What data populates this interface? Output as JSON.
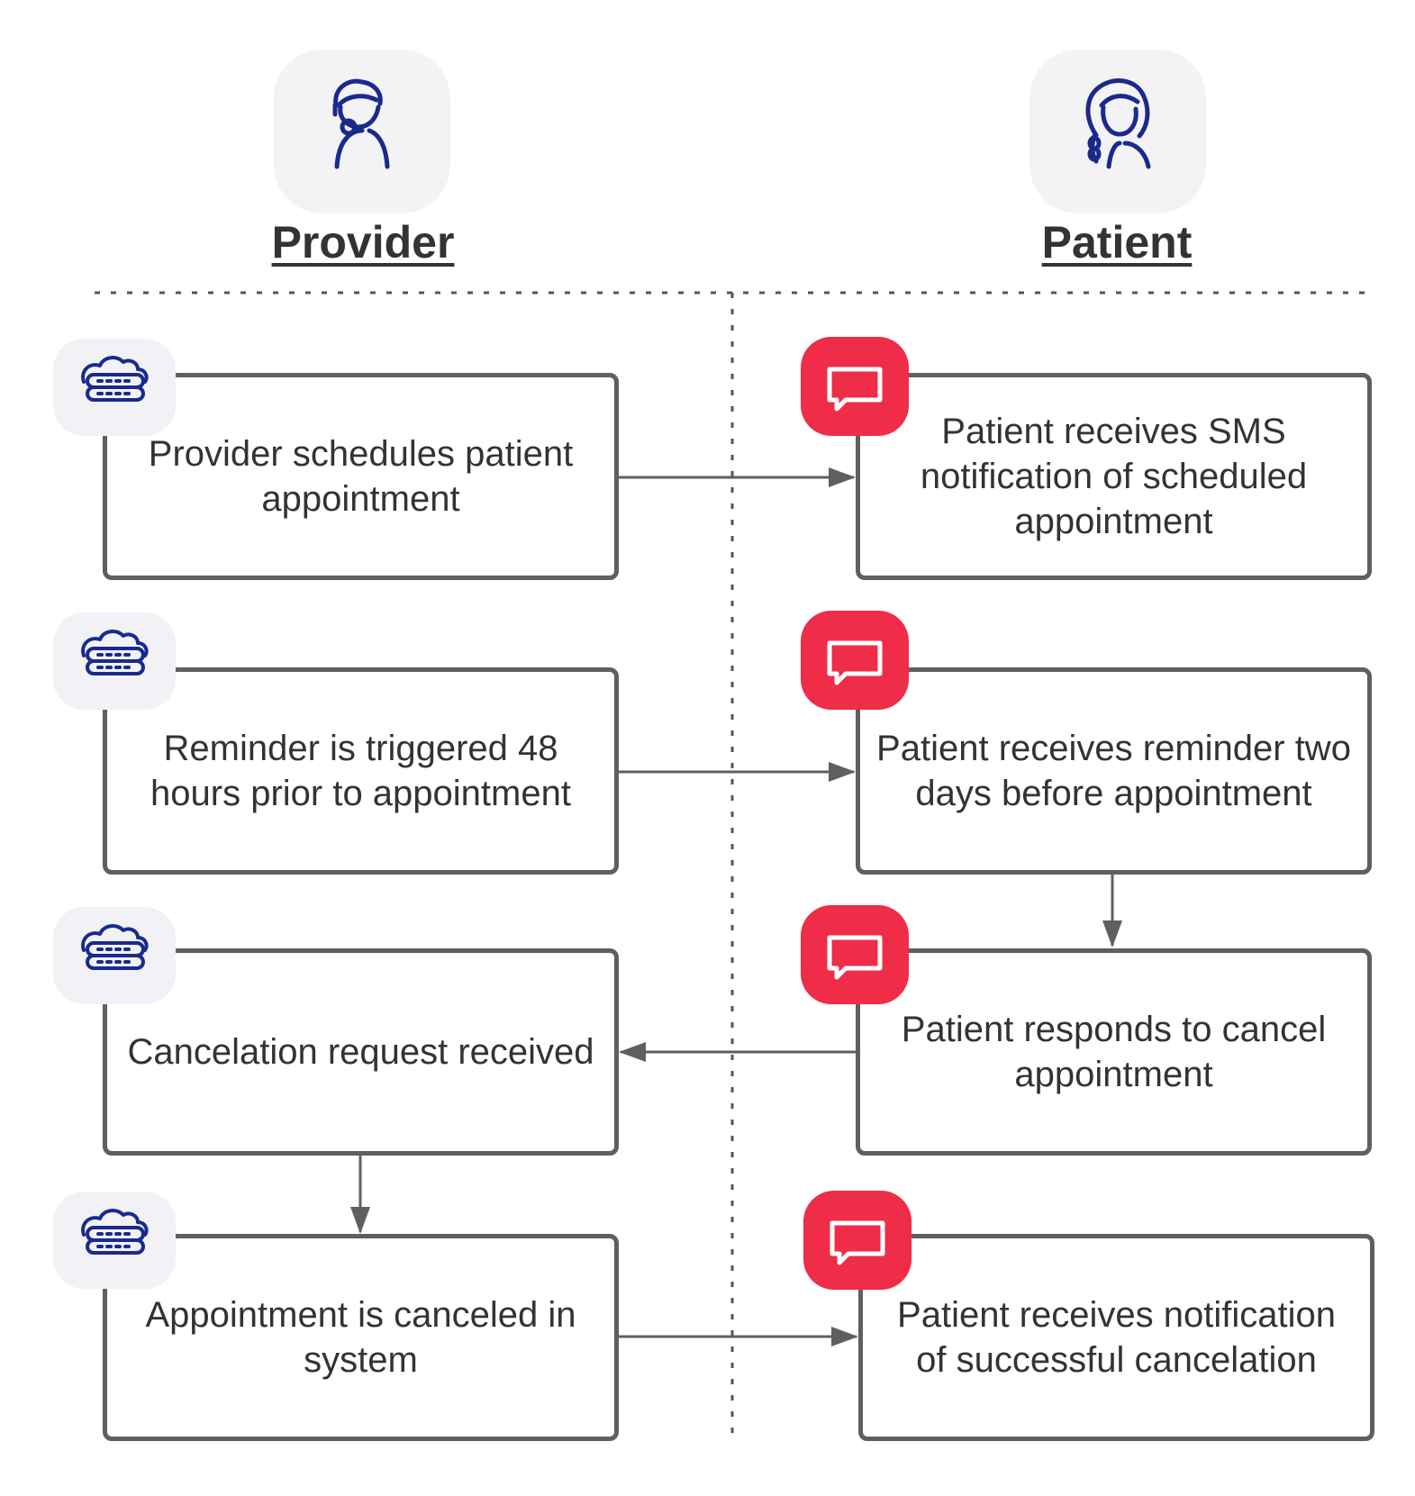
{
  "actors": {
    "provider": {
      "label": "Provider",
      "icon": "support-agent-icon"
    },
    "patient": {
      "label": "Patient",
      "icon": "patient-woman-icon"
    }
  },
  "steps": {
    "provider": [
      "Provider schedules patient appointment",
      "Reminder is triggered 48 hours prior to appointment",
      "Cancelation request received",
      "Appointment is canceled in system"
    ],
    "patient": [
      "Patient receives SMS notification of scheduled appointment",
      "Patient receives reminder two days before appointment",
      "Patient responds to cancel appointment",
      "Patient receives notification of successful cancelation"
    ]
  },
  "badge_icons": {
    "provider": "cloud-server-icon",
    "patient": "chat-message-icon"
  },
  "colors": {
    "icon_navy": "#1a2a8c",
    "sms_red": "#ef2d48",
    "tile_gray": "#f3f3f6",
    "border_gray": "#5f5f5f",
    "text": "#333333"
  }
}
